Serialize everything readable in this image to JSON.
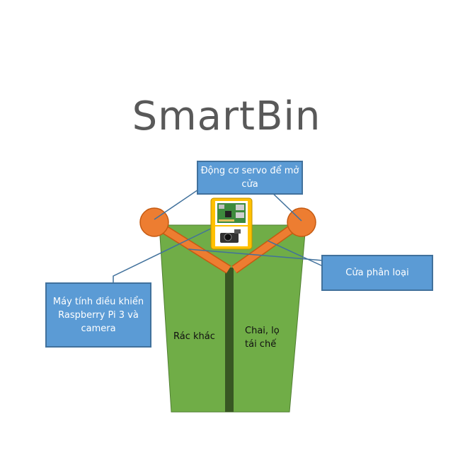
{
  "title": "SmartBin",
  "callouts": {
    "servo": "Động cơ servo để mở cửa",
    "computer": "Máy tính điều khiển Raspberry Pi 3 và camera",
    "door": "Cửa phân loại"
  },
  "bin": {
    "left_compartment": "Rác khác",
    "right_compartment": "Chai, lọ tái chế"
  },
  "icons": {
    "top": "raspberry-pi-board-icon",
    "bottom": "camera-icon"
  },
  "colors": {
    "bin_fill": "#70ad47",
    "bin_divider": "#385723",
    "servo_and_door": "#ed7d31",
    "callout_fill": "#5b9bd5",
    "controller_box": "#ffc000",
    "title": "#595959"
  }
}
